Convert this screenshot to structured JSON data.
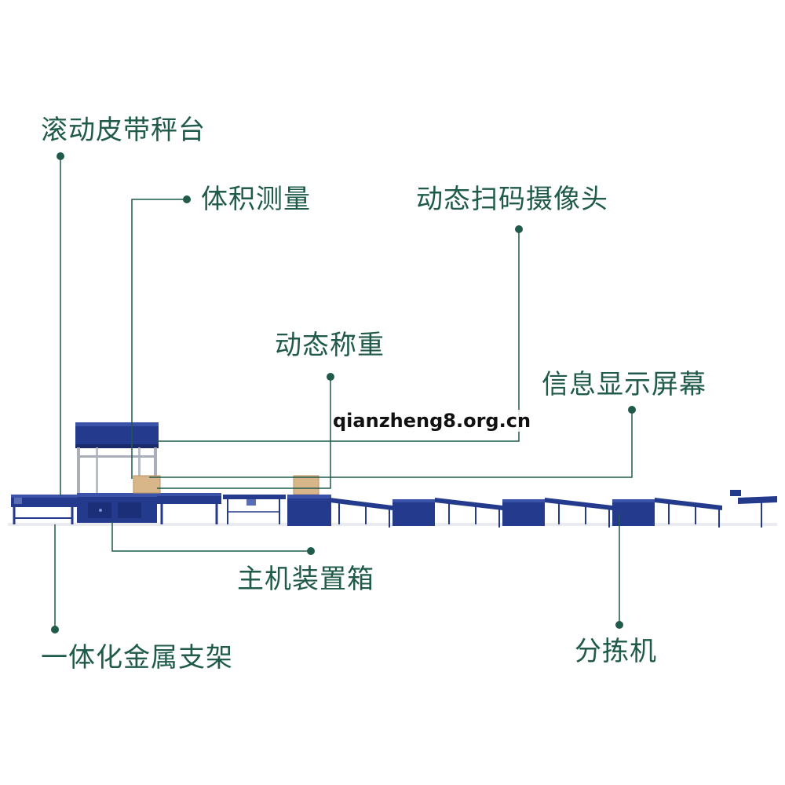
{
  "labels": {
    "belt_scale": "滚动皮带秤台",
    "volume": "体积测量",
    "camera": "动态扫码摄像头",
    "weighing": "动态称重",
    "display": "信息显示屏幕",
    "host_box": "主机装置箱",
    "frame": "一体化金属支架",
    "sorter": "分拣机"
  },
  "watermark": "qianzheng8.org.cn",
  "colors": {
    "label_text": "#1f5a4a",
    "leader_line": "#1f5a4a",
    "machine_blue": "#243a8c",
    "machine_dark": "#182a6a",
    "frame_gray": "#a9aeb8",
    "box_tan": "#d9b68a"
  }
}
